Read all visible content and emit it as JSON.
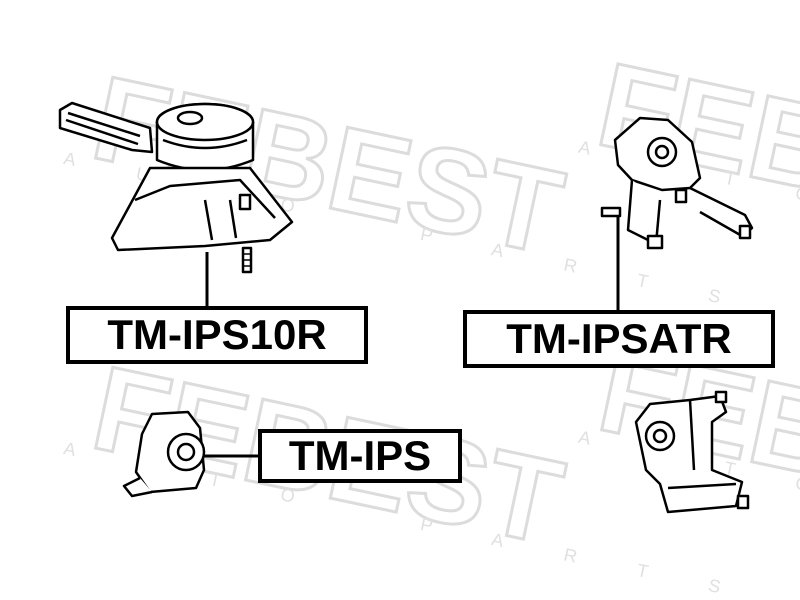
{
  "watermark": {
    "brand": "FEBEST",
    "tagline": "AUTO PARTS",
    "color": "#e4e4e4"
  },
  "parts": [
    {
      "part_number": "TM-IPS10R",
      "depicts": "engine-mount-large"
    },
    {
      "part_number": "TM-IPSATR",
      "depicts": "engine-mount-rear"
    },
    {
      "part_number": "TM-IPS",
      "depicts": "engine-mount-small"
    }
  ],
  "colors": {
    "ink": "#000000",
    "background": "#ffffff"
  }
}
